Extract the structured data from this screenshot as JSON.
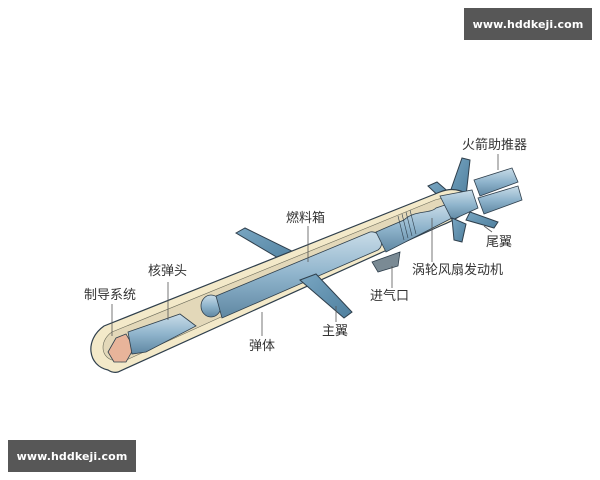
{
  "watermarks": {
    "top_right": "www.hddkeji.com",
    "bottom_left": "www.hddkeji.com"
  },
  "diagram": {
    "subject": "cruise missile cutaway",
    "colors": {
      "body_blue": "#8fb4cc",
      "wing_blue": "#5b8fae",
      "shell_cream": "#f3e9c9",
      "outline": "#2f3f4c",
      "guidance_pink": "#e8b49a",
      "label_text": "#333333"
    },
    "labels": {
      "rocket_booster": "火箭助推器",
      "tail_fin": "尾翼",
      "turbofan_engine": "涡轮风扇发动机",
      "air_intake": "进气口",
      "fuel_tank": "燃料箱",
      "main_wing": "主翼",
      "missile_body": "弹体",
      "nuclear_warhead": "核弹头",
      "guidance_system": "制导系统"
    }
  }
}
